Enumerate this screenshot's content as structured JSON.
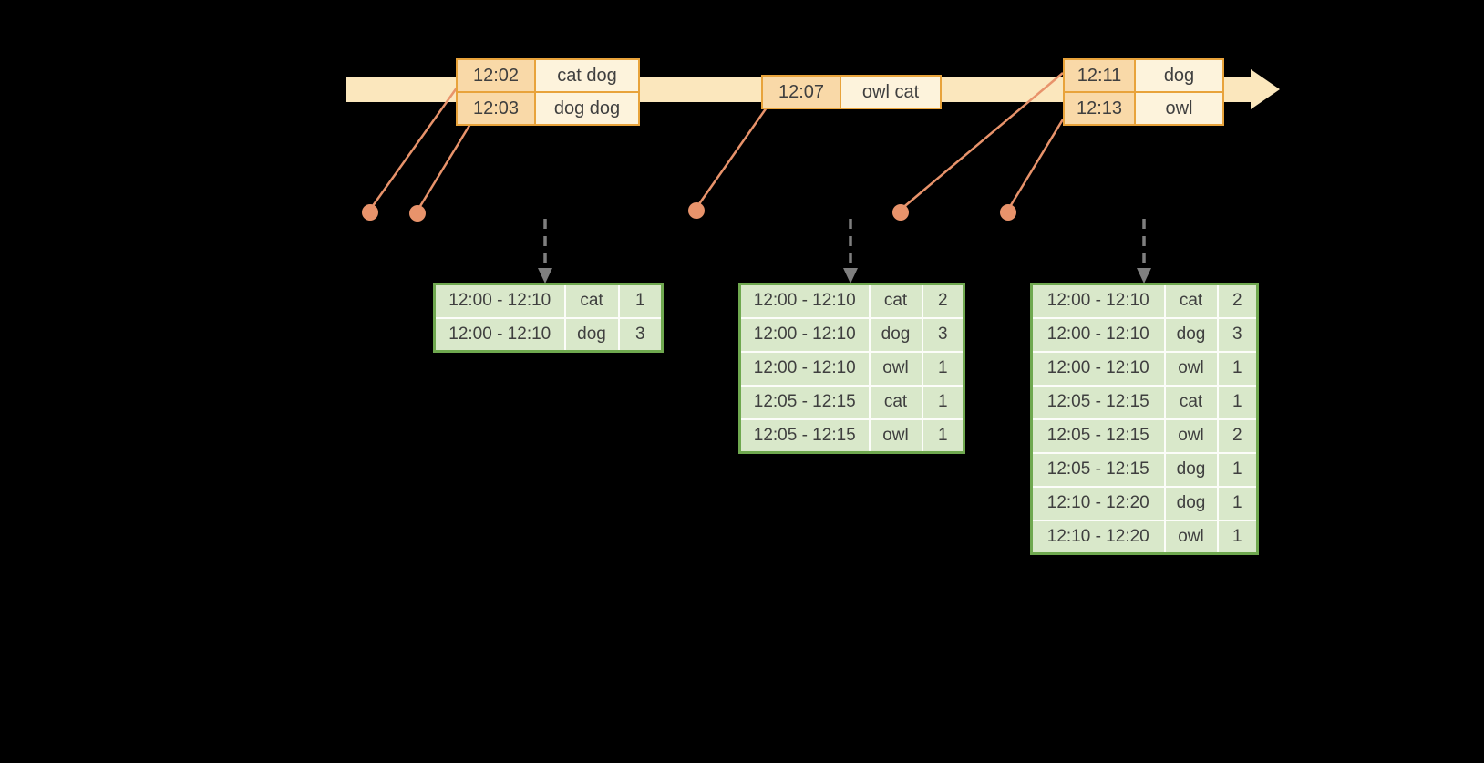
{
  "event_tables": [
    {
      "rows": [
        {
          "time": "12:02",
          "words": "cat dog"
        },
        {
          "time": "12:03",
          "words": "dog dog"
        }
      ]
    },
    {
      "rows": [
        {
          "time": "12:07",
          "words": "owl cat"
        }
      ]
    },
    {
      "rows": [
        {
          "time": "12:11",
          "words": "dog"
        },
        {
          "time": "12:13",
          "words": "owl"
        }
      ]
    }
  ],
  "result_tables": [
    {
      "rows": [
        {
          "window": "12:00 - 12:10",
          "word": "cat",
          "count": "1"
        },
        {
          "window": "12:00 - 12:10",
          "word": "dog",
          "count": "3"
        }
      ]
    },
    {
      "rows": [
        {
          "window": "12:00 - 12:10",
          "word": "cat",
          "count": "2"
        },
        {
          "window": "12:00 - 12:10",
          "word": "dog",
          "count": "3"
        },
        {
          "window": "12:00 - 12:10",
          "word": "owl",
          "count": "1"
        },
        {
          "window": "12:05 - 12:15",
          "word": "cat",
          "count": "1"
        },
        {
          "window": "12:05 - 12:15",
          "word": "owl",
          "count": "1"
        }
      ]
    },
    {
      "rows": [
        {
          "window": "12:00 - 12:10",
          "word": "cat",
          "count": "2"
        },
        {
          "window": "12:00 - 12:10",
          "word": "dog",
          "count": "3"
        },
        {
          "window": "12:00 - 12:10",
          "word": "owl",
          "count": "1"
        },
        {
          "window": "12:05 - 12:15",
          "word": "cat",
          "count": "1"
        },
        {
          "window": "12:05 - 12:15",
          "word": "owl",
          "count": "2"
        },
        {
          "window": "12:05 - 12:15",
          "word": "dog",
          "count": "1"
        },
        {
          "window": "12:10 - 12:20",
          "word": "dog",
          "count": "1"
        },
        {
          "window": "12:10 - 12:20",
          "word": "owl",
          "count": "1"
        }
      ]
    }
  ],
  "colors": {
    "background": "#000000",
    "timeline_fill": "#FBE7BD",
    "event_border": "#E8A33B",
    "event_time_fill": "#F9D9A8",
    "event_words_fill": "#FDF3DC",
    "connector": "#E8936B",
    "trigger_arrow": "#7F7F7F",
    "result_border": "#6FA84F",
    "result_cell_fill": "#D9E8CA",
    "text": "#3F3F3F"
  }
}
